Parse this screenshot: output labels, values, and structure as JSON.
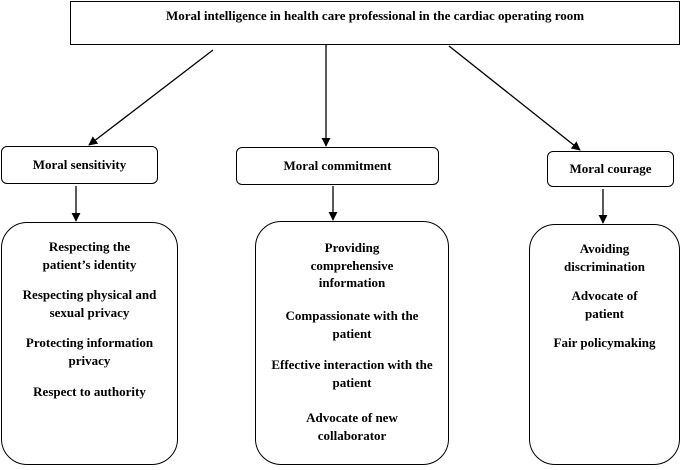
{
  "title": "Moral intelligence in health care professional in the cardiac operating room",
  "categories": [
    {
      "label": "Moral sensitivity",
      "items": [
        "Respecting the patient’s identity",
        "Respecting physical and sexual privacy",
        "Protecting information privacy",
        "Respect to authority"
      ]
    },
    {
      "label": "Moral commitment",
      "items": [
        "Providing comprehensive information",
        "Compassionate with the patient",
        "Effective interaction with the patient",
        "Advocate of new collaborator"
      ]
    },
    {
      "label": "Moral courage",
      "items": [
        "Avoiding discrimination",
        "Advocate of patient",
        "Fair policymaking"
      ]
    }
  ]
}
